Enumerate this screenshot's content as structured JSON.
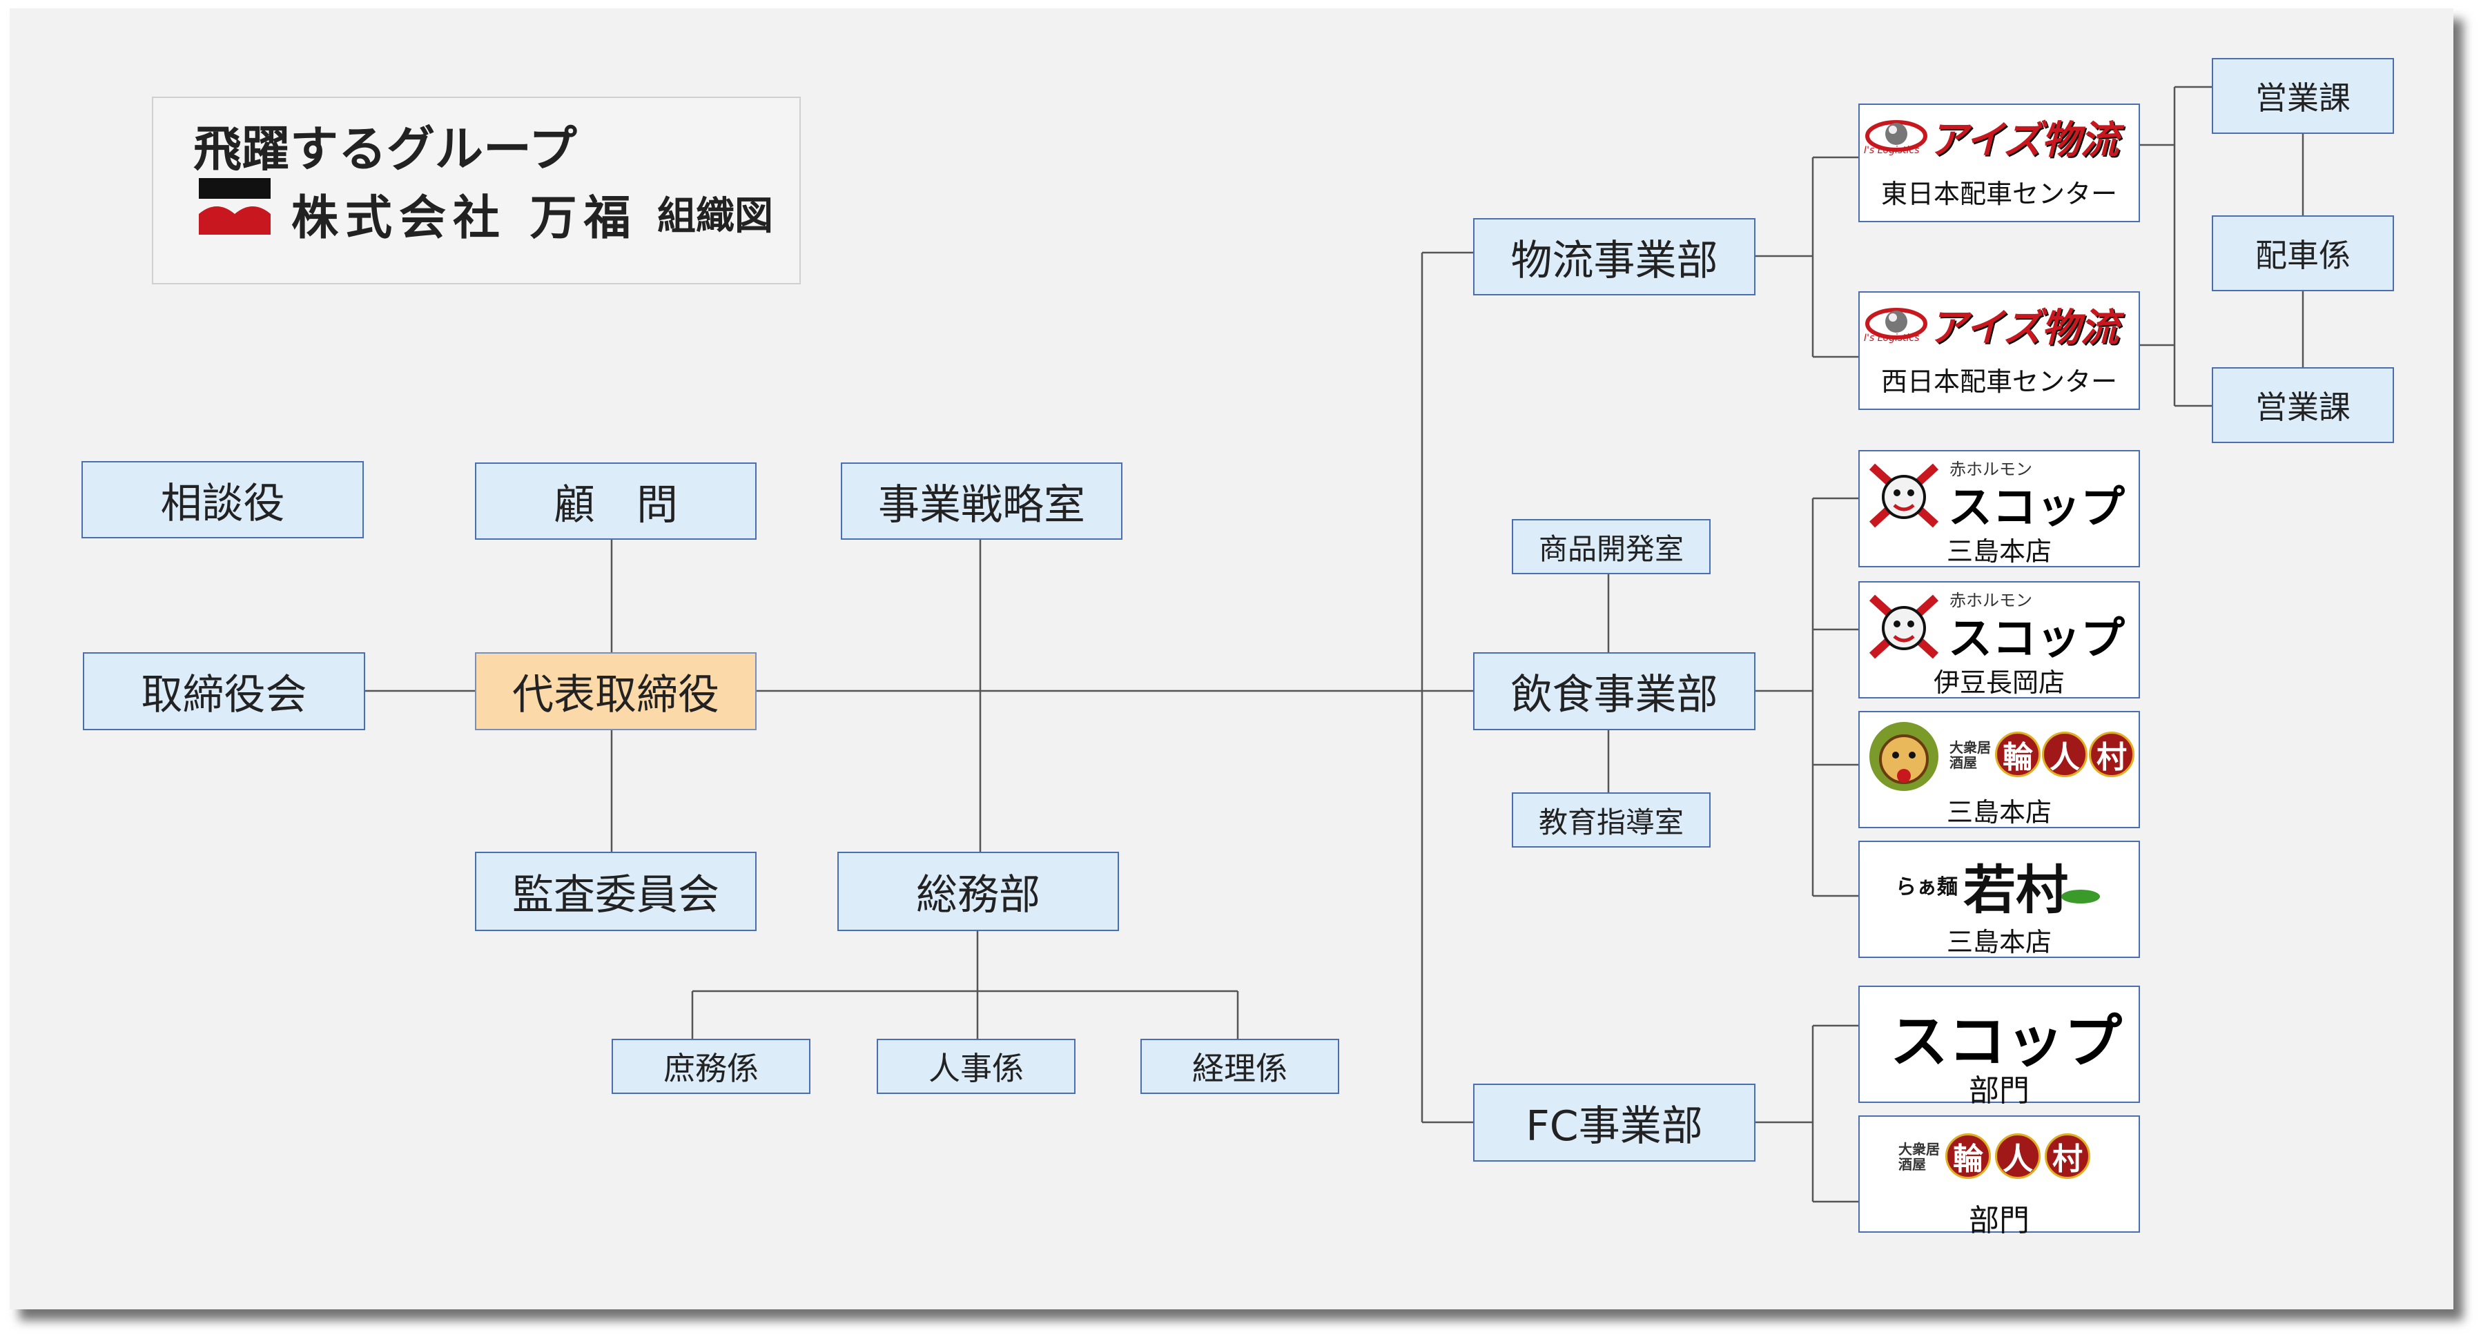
{
  "header": {
    "tagline": "飛躍するグループ",
    "company": "株式会社 万福",
    "chart_label": "組織図"
  },
  "left": {
    "soudanyaku": "相談役",
    "torishimariyakukai": "取締役会",
    "komon": "顧　問",
    "daihyo": "代表取締役",
    "kansa": "監査委員会",
    "senryaku": "事業戦略室",
    "soumu": "総務部",
    "shomu": "庶務係",
    "jinji": "人事係",
    "keiri": "経理係"
  },
  "divisions": {
    "butsuryu": "物流事業部",
    "inshoku": "飲食事業部",
    "shohin": "商品開発室",
    "kyoiku": "教育指導室",
    "fc": "FC事業部"
  },
  "logistics": {
    "brand": "アイズ物流",
    "brand_small": "I's Logistics",
    "east": "東日本配車センター",
    "west": "西日本配車センター",
    "eigyo1": "営業課",
    "haisha": "配車係",
    "eigyo2": "営業課"
  },
  "restaurants": {
    "akahorumon": "赤ホルモン",
    "scoop": "スコップ",
    "mishima_honten": "三島本店",
    "izunagaoka": "伊豆長岡店",
    "taishu_izakaya": "大衆居酒屋",
    "wajinmura": [
      "輪",
      "人",
      "村"
    ],
    "mishima_honten2": "三島本店",
    "ramen": "らぁ麺",
    "wakamura": "若村",
    "mishima_honten3": "三島本店"
  },
  "fc": {
    "scoop": "スコップ",
    "scoop_dept": "部門",
    "taishu_izakaya": "大衆居酒屋",
    "wajinmura": [
      "輪",
      "人",
      "村"
    ],
    "wajinmura_dept": "部門"
  },
  "colors": {
    "box_fill": "#dcecf9",
    "box_border": "#4a6fb0",
    "ceo_fill": "#fcd9a8",
    "brand_red": "#c8171e"
  }
}
